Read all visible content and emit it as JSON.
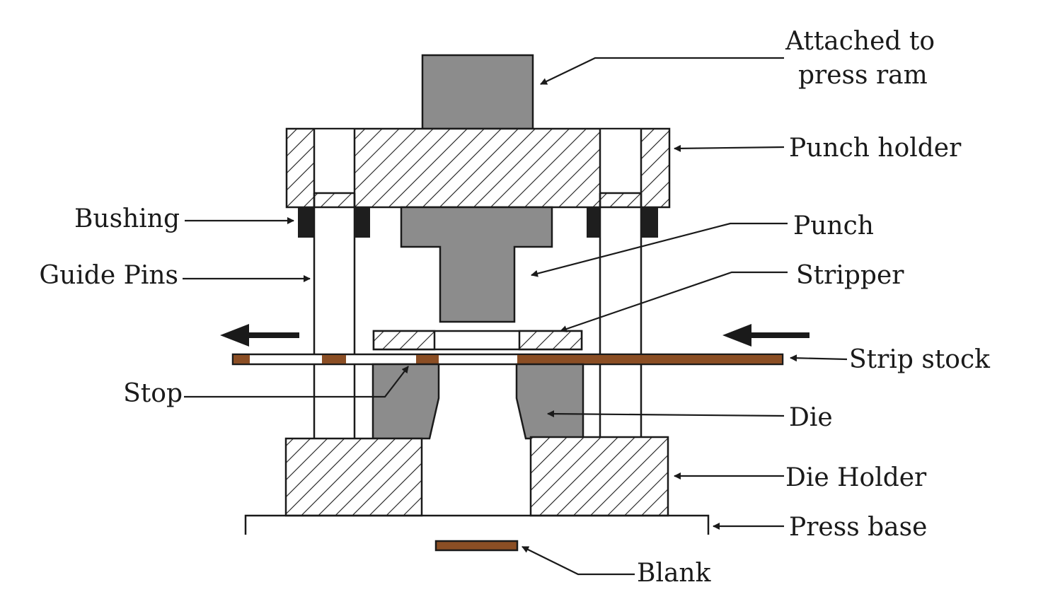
{
  "labels": {
    "attached_line1": "Attached to",
    "attached_line2": "press ram",
    "punch_holder": "Punch holder",
    "punch": "Punch",
    "stripper": "Stripper",
    "strip_stock": "Strip stock",
    "die": "Die",
    "die_holder": "Die Holder",
    "press_base": "Press base",
    "blank": "Blank",
    "bushing": "Bushing",
    "guide_pins": "Guide Pins",
    "stop": "Stop"
  },
  "colors": {
    "steel_gray": "#8c8c8c",
    "strip_brown": "#8b4e24",
    "bushing_black": "#1e1e1e",
    "outline": "#1a1a1a",
    "background": "#ffffff"
  }
}
